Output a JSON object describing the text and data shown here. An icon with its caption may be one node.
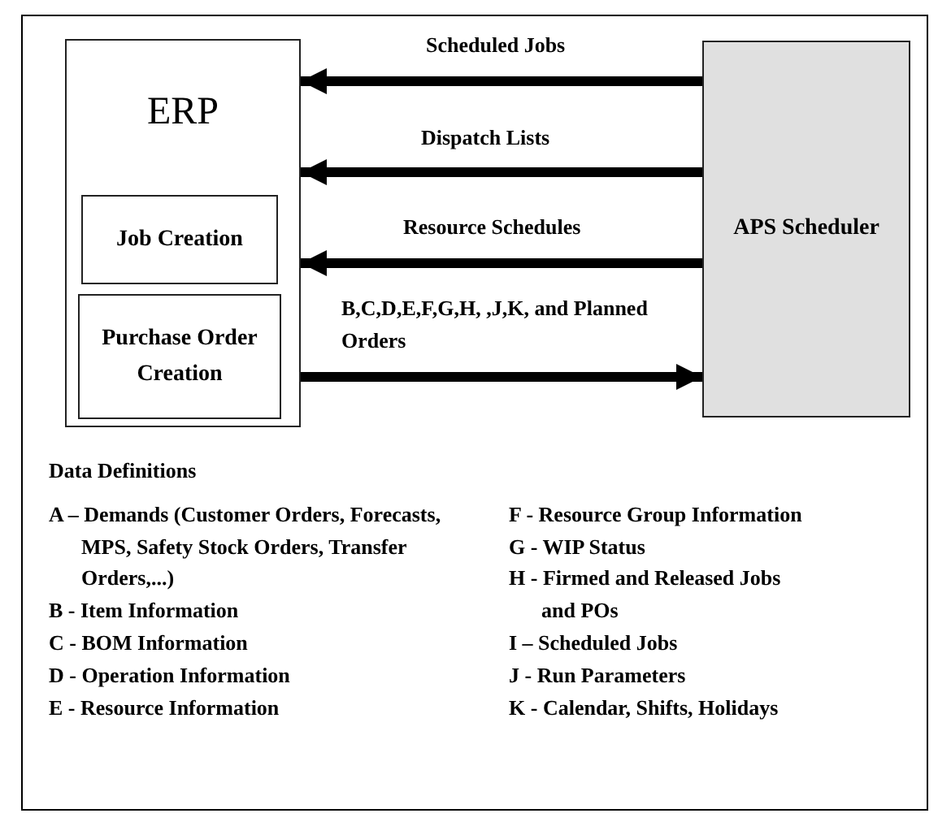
{
  "diagram": {
    "nodes": [
      {
        "text": [
          "ERP"
        ]
      },
      {
        "text": [
          "Job Creation"
        ],
        "in": 0
      },
      {
        "text": [
          "Purchase Order Creation"
        ],
        "in": 0
      },
      {
        "text": [
          "APS Scheduler"
        ]
      }
    ],
    "edges": [
      {
        "from": 3,
        "to": 0,
        "arrow": "to",
        "label": "Scheduled Jobs"
      },
      {
        "from": 3,
        "to": 0,
        "arrow": "to",
        "label": "Dispatch Lists"
      },
      {
        "from": 3,
        "to": 0,
        "arrow": "to",
        "label": "Resource Schedules"
      },
      {
        "from": 0,
        "to": 3,
        "arrow": "to",
        "label": "B,C,D,E,F,G,H, ,J,K, and Planned Orders"
      }
    ],
    "labels": [
      "Data Definitions",
      "A – Demands (Customer Orders, Forecasts, MPS, Safety Stock Orders, Transfer Orders,...)",
      "B - Item Information",
      "C - BOM Information",
      "D - Operation Information",
      "E - Resource Information",
      "F - Resource Group Information",
      "G - WIP Status",
      "H - Firmed and Released Jobs and POs",
      "I – Scheduled Jobs",
      "J - Run Parameters",
      "K - Calendar, Shifts, Holidays"
    ]
  }
}
